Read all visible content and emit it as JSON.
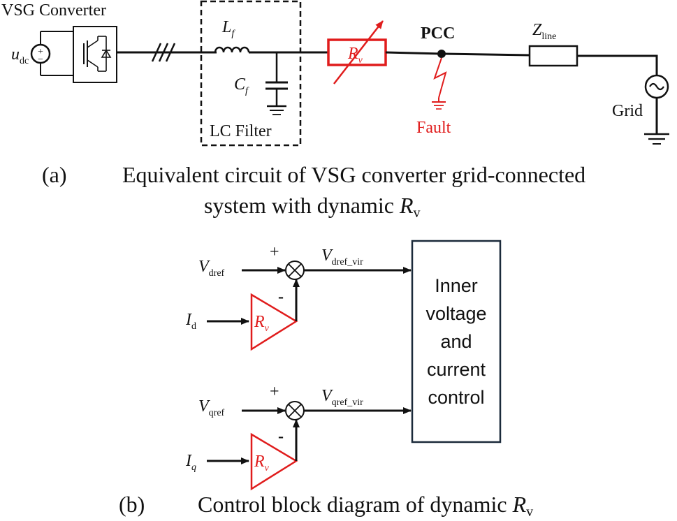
{
  "circuit": {
    "title": "VSG Converter",
    "udc": {
      "main": "u",
      "sub": "dc"
    },
    "lf": {
      "main": "L",
      "sub": "f"
    },
    "cf": {
      "main": "C",
      "sub": "f"
    },
    "filter_label": "LC Filter",
    "rv": {
      "main": "R",
      "sub": "v"
    },
    "pcc": "PCC",
    "fault": "Fault",
    "zline": {
      "main": "Z",
      "sub": "line"
    },
    "grid": "Grid"
  },
  "caption_a": {
    "tag": "(a)",
    "line1": "Equivalent circuit of VSG converter grid-connected",
    "line2": "system with dynamic ",
    "rv_main": "R",
    "rv_sub": "v"
  },
  "block": {
    "d": {
      "vref": {
        "main": "V",
        "sub": "dref"
      },
      "i": {
        "main": "I",
        "sub": "d"
      },
      "out": {
        "main": "V",
        "sub": "dref_vir"
      },
      "plus": "+",
      "minus": "-"
    },
    "q": {
      "vref": {
        "main": "V",
        "sub": "qref"
      },
      "i": {
        "main": "I",
        "sub": "q"
      },
      "out": {
        "main": "V",
        "sub": "qref_vir"
      },
      "plus": "+",
      "minus": "-"
    },
    "gain": {
      "main": "R",
      "sub": "v"
    },
    "inner_box_lines": [
      "Inner",
      "voltage",
      "and",
      "current",
      "control"
    ]
  },
  "caption_b": {
    "tag": "(b)",
    "text": "Control block diagram of dynamic ",
    "rv_main": "R",
    "rv_sub": "v"
  },
  "colors": {
    "ink": "#111111",
    "accent": "#e01c1c"
  }
}
